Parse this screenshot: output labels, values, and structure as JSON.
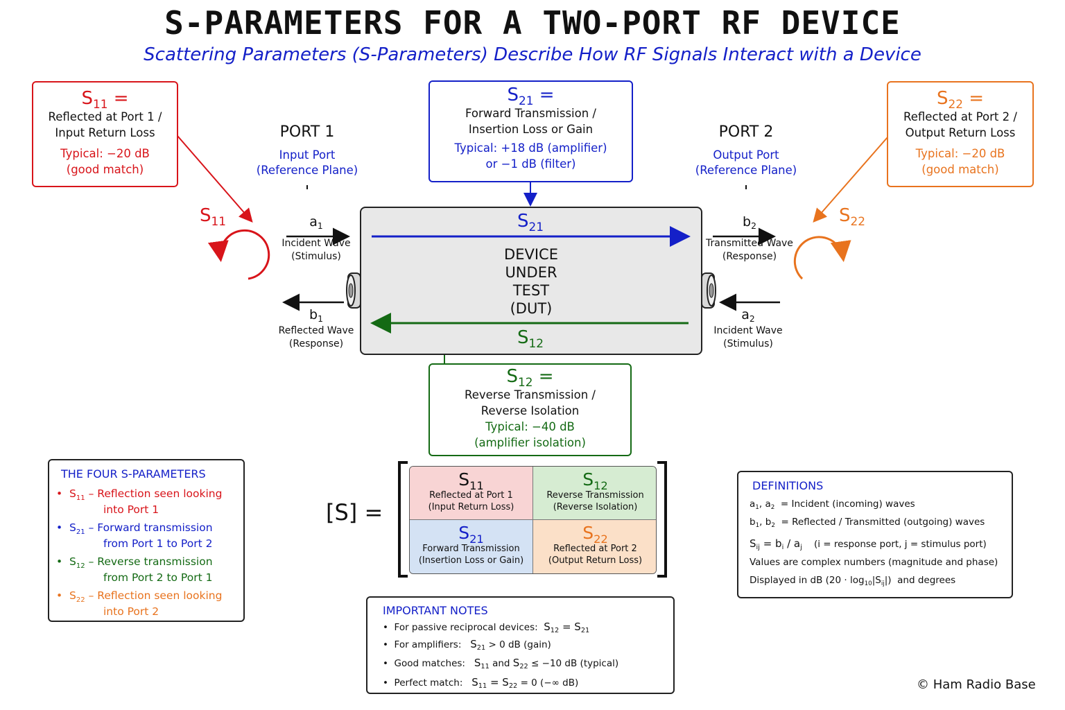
{
  "title": "S-PARAMETERS FOR A TWO-PORT RF DEVICE",
  "subtitle": "Scattering Parameters (S-Parameters) Describe How RF Signals Interact with a Device",
  "colors": {
    "red": "#d8141a",
    "blue": "#1420c8",
    "green": "#146a14",
    "orange": "#e8731e",
    "dut": "#e8e8e8"
  },
  "s11_box": {
    "label": "S11 =",
    "line1": "Reflected at Port 1 /",
    "line2": "Input Return Loss",
    "typical": "Typical: −20 dB",
    "note": "(good match)"
  },
  "s21_box": {
    "label": "S21 =",
    "line1": "Forward Transmission /",
    "line2": "Insertion Loss or Gain",
    "typical": "Typical: +18 dB (amplifier)",
    "note": "or −1 dB (filter)"
  },
  "s22_box": {
    "label": "S22 =",
    "line1": "Reflected at Port 2 /",
    "line2": "Output Return Loss",
    "typical": "Typical: −20 dB",
    "note": "(good match)"
  },
  "s12_box": {
    "label": "S12 =",
    "line1": "Reverse Transmission /",
    "line2": "Reverse Isolation",
    "typical": "Typical: −40 dB",
    "note": "(amplifier isolation)"
  },
  "port1": {
    "title": "PORT 1",
    "sub1": "Input Port",
    "sub2": "(Reference Plane)"
  },
  "port2": {
    "title": "PORT 2",
    "sub1": "Output Port",
    "sub2": "(Reference Plane)"
  },
  "waves": {
    "a1": {
      "label": "Incident Wave",
      "sub": "(Stimulus)"
    },
    "b1": {
      "label": "Reflected Wave",
      "sub": "(Response)"
    },
    "b2": {
      "label": "Transmitted Wave",
      "sub": "(Response)"
    },
    "a2": {
      "label": "Incident Wave",
      "sub": "(Stimulus)"
    }
  },
  "dut": {
    "line1": "DEVICE",
    "line2": "UNDER",
    "line3": "TEST",
    "line4": "(DUT)"
  },
  "matrix": {
    "label": "[S] =",
    "cells": [
      {
        "t1": "Reflected at Port 1",
        "t2": "(Input Return Loss)",
        "color": "#f8d4d4"
      },
      {
        "t1": "Reverse Transmission",
        "t2": "(Reverse Isolation)",
        "color": "#d6ecd2"
      },
      {
        "t1": "Forward Transmission",
        "t2": "(Insertion Loss or Gain)",
        "color": "#d4e2f4"
      },
      {
        "t1": "Reflected at Port 2",
        "t2": "(Output Return Loss)",
        "color": "#fbe0c8"
      }
    ]
  },
  "four_params": {
    "heading": "THE FOUR S-PARAMETERS",
    "items": [
      {
        "a": "– Reflection seen looking",
        "b": "into Port 1"
      },
      {
        "a": "– Forward transmission",
        "b": "from Port 1 to Port 2"
      },
      {
        "a": "– Reverse transmission",
        "b": "from Port 2 to Port 1"
      },
      {
        "a": "– Reflection seen looking",
        "b": "into Port 2"
      }
    ]
  },
  "definitions": {
    "heading": "DEFINITIONS",
    "d1": "= Incident (incoming) waves",
    "d2": "= Reflected / Transmitted (outgoing) waves",
    "d3": "(i = response port, j = stimulus port)",
    "d4": "Values are complex numbers (magnitude and phase)",
    "d5a": "Displayed in dB",
    "d5b": "and degrees"
  },
  "notes": {
    "heading": "IMPORTANT NOTES",
    "n1": "For passive reciprocal devices:",
    "n2": "For amplifiers:",
    "n2b": "> 0 dB (gain)",
    "n3": "Good matches:",
    "n3b": "≤ −10 dB (typical)",
    "n4": "Perfect match:",
    "n4b": "= 0 (−∞ dB)"
  },
  "copyright": "© Ham Radio Base"
}
